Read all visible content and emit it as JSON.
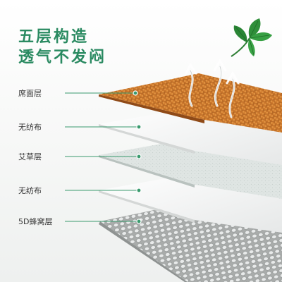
{
  "headline": {
    "line1": "五层构造",
    "line2": "透气不发闷"
  },
  "layers": [
    {
      "label": "席面层",
      "material": "rattan-weave"
    },
    {
      "label": "无纺布",
      "material": "non-woven-fabric"
    },
    {
      "label": "艾草层",
      "material": "mugwort-fiber"
    },
    {
      "label": "无纺布",
      "material": "non-woven-fabric"
    },
    {
      "label": "5D蜂窝层",
      "material": "honeycomb-mesh"
    }
  ],
  "icons": {
    "decoration": "mugwort-leaf-icon",
    "airflow": "airflow-arrow-icon"
  },
  "colors": {
    "headline": "#2a8a61",
    "leaf": "#2f8f3a",
    "rattan": "#c8742a",
    "leader_line": "#3a9a6e"
  }
}
